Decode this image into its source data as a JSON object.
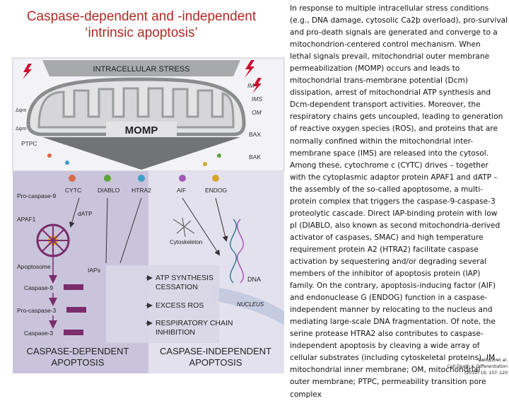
{
  "title": {
    "line1": "Caspase-dependent and -independent",
    "line2": "‘intrinsic apoptosis’"
  },
  "figure": {
    "stress": "INTRACELLULAR STRESS",
    "im": "IM",
    "ims": "IMS",
    "om": "OM",
    "psi1": "Δψm",
    "psi2": "Δψm",
    "momp": "MOMP",
    "bax": "BAX",
    "bak": "BAK",
    "ptpc": "PTPC",
    "cytc": "CYTC",
    "diablo": "DIABLO",
    "htra2": "HTRA2",
    "aif": "AIF",
    "endog": "ENDOG",
    "procasp9": "Pro-caspase-9",
    "datp": "dATP",
    "apaf1": "APAF1",
    "apoptosome": "Apoptosome",
    "iaps": "IAPs",
    "casp9": "Caspase-9",
    "procasp3": "Pro-caspase-3",
    "casp3": "Caspase-3",
    "cytoskeleton": "Cytoskeleton",
    "dna": "DNA",
    "nucleus": "NUCLEUS",
    "atp1": "ATP SYNTHESIS",
    "atp2": "CESSATION",
    "excess_ros": "EXCESS ROS",
    "resp1": "RESPIRATORY CHAIN",
    "resp2": "INHIBITION",
    "dep1": "CASPASE-DEPENDENT",
    "dep2": "APOPTOSIS",
    "indep1": "CASPASE-INDEPENDENT",
    "indep2": "APOPTOSIS",
    "colors": {
      "stress_band": "#a7a9ab",
      "membrane": "#8a8c8e",
      "panel_left": "#c9c4dc",
      "panel_right": "#e4e1ef",
      "casp_bar": "#7b2d6b",
      "momp_arrow": "#5b5d5f"
    }
  },
  "body_lines": [
    "In response to multiple intracellular stress conditions",
    "(e.g., DNA damage, cytosolic Ca2þ overload), pro-survival",
    "and pro-death signals are generated and converge to a",
    "mitochondrion-centered control mechanism. When",
    "lethal signals prevail, mitochondrial outer membrane",
    "permeabilization (MOMP) occurs and leads to",
    "mitochondrial trans-membrane potential (Dcm)",
    "dissipation, arrest of mitochondrial ATP synthesis and",
    "Dcm-dependent transport activities. Moreover, the",
    "respiratory chains gets uncoupled, leading to generation",
    "of reactive oxygen species (ROS), and proteins that are",
    "normally confined within the mitochondrial inter-",
    "membrane space (IMS) are released into the cytosol.",
    "Among these, cytochrome c (CYTC) drives – together",
    "with the cytoplasmic adaptor protein APAF1 and dATP –",
    "the assembly of the so-called apoptosome, a multi-",
    "protein complex that triggers the caspase-9-caspase-3",
    "proteolytic cascade. Direct IAP-binding protein with low",
    "pI (DIABLO, also known as second mitochondria-derived",
    "activator of caspases, SMAC) and high temperature",
    "requirement protein A2 (HTRA2) facilitate caspase",
    "activation by sequestering and/or degrading several",
    "members of the inhibitor of apoptosis protein (IAP)",
    "family. On the contrary, apoptosis-inducing factor (AIF)",
    "and endonuclease G (ENDOG) function in a caspase-",
    "independent manner by relocating to the nucleus and",
    "mediating large-scale DNA fragmentation. Of note, the",
    "serine protease HTRA2 also contributes to caspase-",
    "independent apoptosis by cleaving a wide array of",
    "cellular substrates (including cytoskeletal proteins). IM,",
    "mitochondrial inner membrane; OM, mitochondrial",
    "outer membrane; PTPC, permeability transition pore",
    "complex"
  ],
  "citation": {
    "line1": "Galluzzi et al.",
    "line2": "Cell Death & Differentiation",
    "line3": "(2012) 19, 107–120"
  }
}
